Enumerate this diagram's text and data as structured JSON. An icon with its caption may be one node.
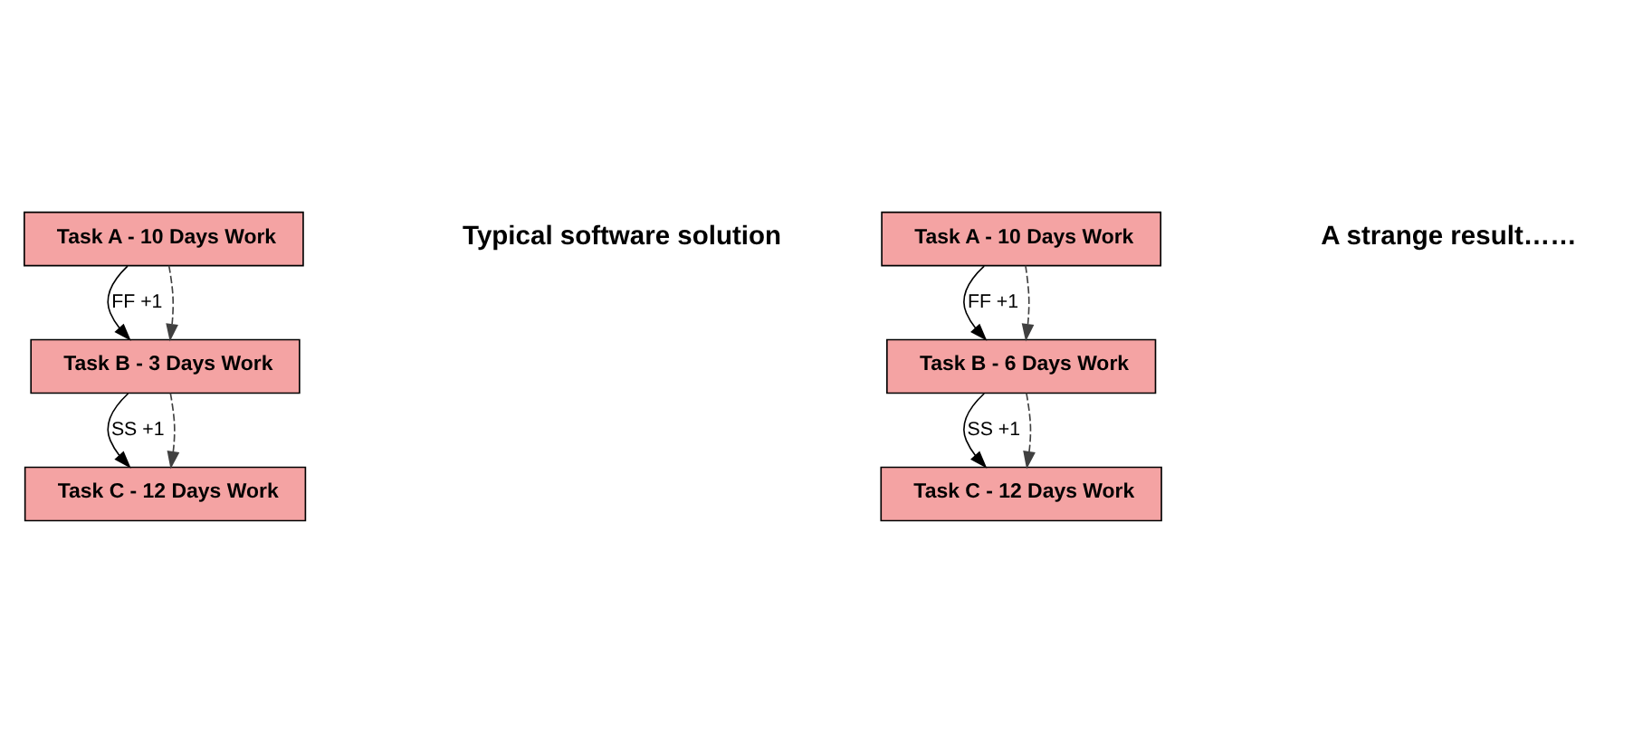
{
  "diagram": {
    "nodes": [
      {
        "text": [
          "Task A - 10 Days Work"
        ]
      },
      {
        "text": [
          "Task B - 3 Days Work"
        ]
      },
      {
        "text": [
          "Task C - 12 Days Work"
        ]
      },
      {
        "text": [
          "Task A - 10 Days Work"
        ]
      },
      {
        "text": [
          "Task B - 6 Days Work"
        ]
      },
      {
        "text": [
          "Task C - 12 Days Work"
        ]
      }
    ],
    "edges": [
      {
        "from": 0,
        "to": 1,
        "arrow": "to",
        "label": "FF +1"
      },
      {
        "from": 0,
        "to": 1,
        "arrow": "to",
        "style": "dashed",
        "color": "#404040"
      },
      {
        "from": 1,
        "to": 2,
        "arrow": "to",
        "label": "SS +1"
      },
      {
        "from": 1,
        "to": 2,
        "arrow": "to",
        "style": "dashed",
        "color": "#404040"
      },
      {
        "from": 3,
        "to": 4,
        "arrow": "to",
        "label": "FF +1"
      },
      {
        "from": 3,
        "to": 4,
        "arrow": "to",
        "style": "dashed",
        "color": "#404040"
      },
      {
        "from": 4,
        "to": 5,
        "arrow": "to",
        "label": "SS +1"
      },
      {
        "from": 4,
        "to": 5,
        "arrow": "to",
        "style": "dashed",
        "color": "#404040"
      }
    ],
    "labels": [
      "Typical software solution",
      "A strange result……"
    ]
  }
}
